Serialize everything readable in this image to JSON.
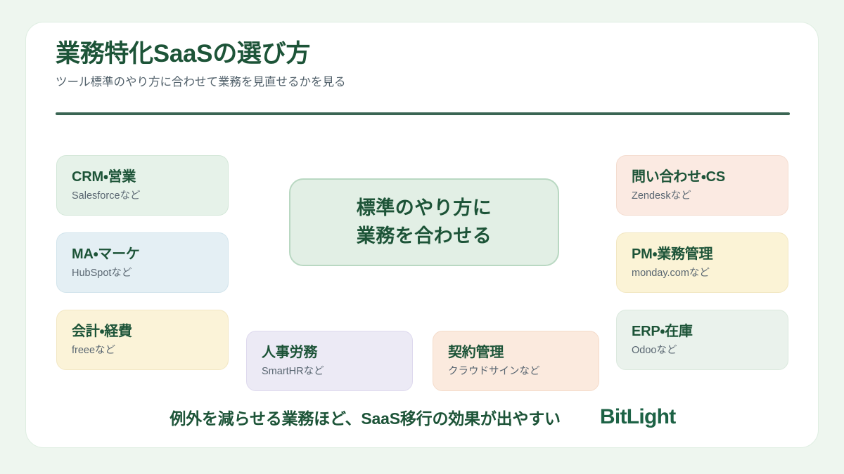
{
  "theme": {
    "page_background": "#eef6ef",
    "card_background": "#ffffff",
    "card_border": "#dfeee2",
    "primary_green": "#1d5438",
    "rule_green": "#3a6553",
    "subtitle_gray": "#52616b",
    "node_sub_gray": "#596671",
    "brand_green": "#1d6245"
  },
  "header": {
    "title": "業務特化SaaSの選び方",
    "subtitle": "ツール標準のやり方に合わせて業務を見直せるかを見る"
  },
  "center": {
    "line1": "標準のやり方に",
    "line2": "業務を合わせる",
    "background": "#e2efe5",
    "border": "#b9d8c2"
  },
  "nodes": [
    {
      "id": "crm",
      "title": "CRM・営業",
      "subtitle": "Salesforceなど",
      "background": "#e6f2e9",
      "border": "#d3e7d8"
    },
    {
      "id": "ma",
      "title": "MA・マーケ",
      "subtitle": "HubSpotなど",
      "background": "#e4eff4",
      "border": "#d2e4ec"
    },
    {
      "id": "account",
      "title": "会計・経費",
      "subtitle": "freeeなど",
      "background": "#fbf3d8",
      "border": "#f2e7c4"
    },
    {
      "id": "cs",
      "title": "問い合わせ・CS",
      "subtitle": "Zendeskなど",
      "background": "#fbeae2",
      "border": "#f4dccf"
    },
    {
      "id": "pm",
      "title": "PM・業務管理",
      "subtitle": "monday.comなど",
      "background": "#fbf3d6",
      "border": "#f2e7c2"
    },
    {
      "id": "erp",
      "title": "ERP・在庫",
      "subtitle": "Odooなど",
      "background": "#eaf2ec",
      "border": "#dbe9de"
    },
    {
      "id": "hr",
      "title": "人事労務",
      "subtitle": "SmartHRなど",
      "background": "#eceaf5",
      "border": "#ded9ee"
    },
    {
      "id": "contract",
      "title": "契約管理",
      "subtitle": "クラウドサインなど",
      "background": "#fbeade",
      "border": "#f4dbca"
    }
  ],
  "footer": {
    "message": "例外を減らせる業務ほど、SaaS移行の効果が出やすい",
    "brand": "BitLight"
  }
}
